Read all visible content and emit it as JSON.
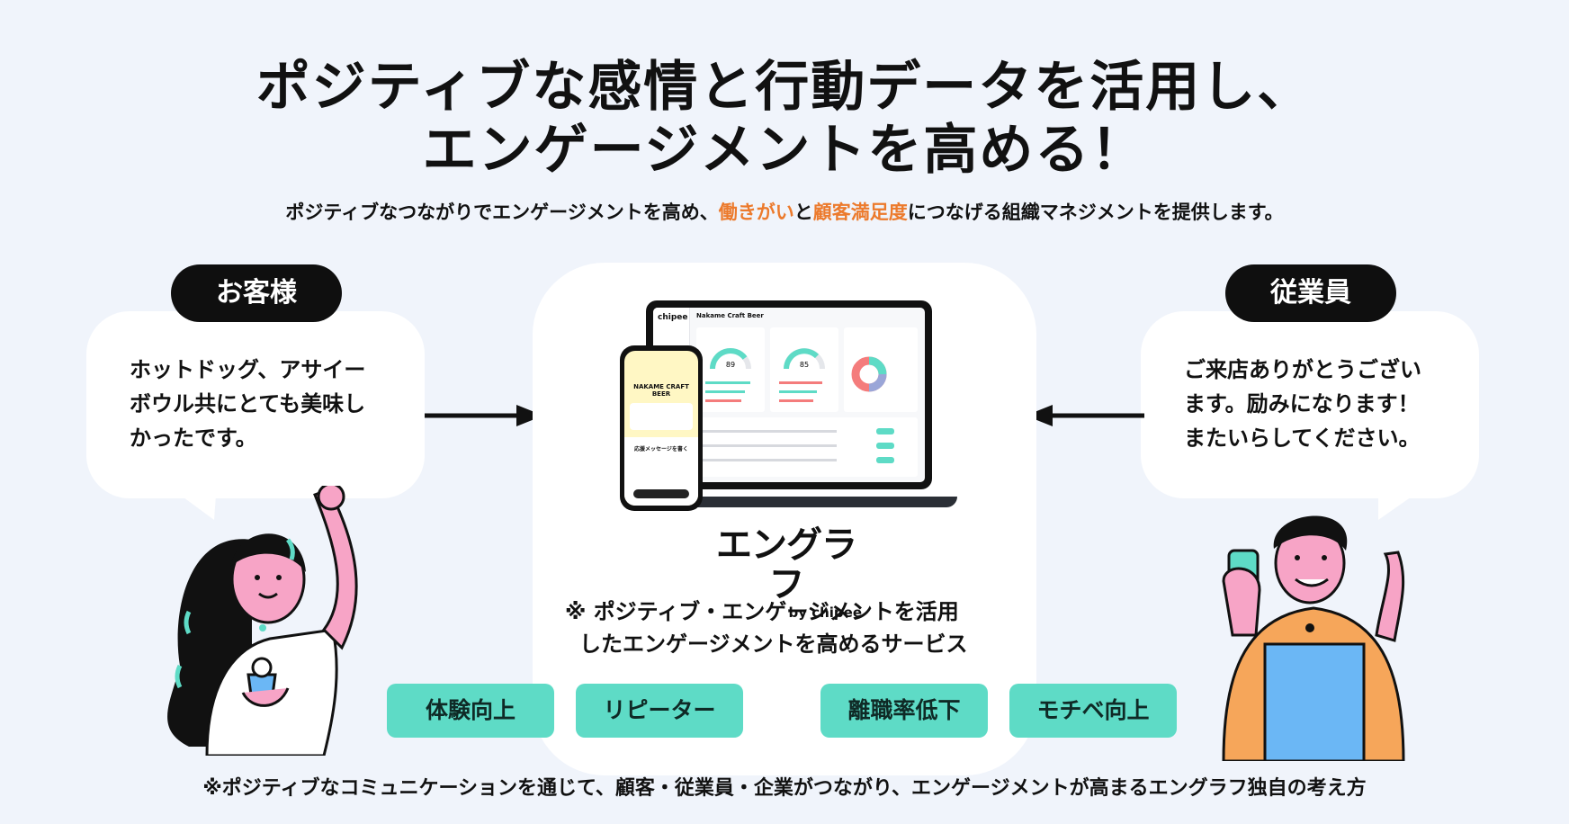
{
  "headline": {
    "line1": "ポジティブな感情と行動データを活用し、",
    "line2": "エンゲージメントを高める！"
  },
  "subtitle": {
    "part1": "ポジティブなつながりでエンゲージメントを高め、",
    "highlight1": "働きがい",
    "part2": "と",
    "highlight2": "顧客満足度",
    "part3": "につなげる組織マネジメントを提供します。"
  },
  "customer": {
    "label": "お客様",
    "lines": [
      "ホットドッグ、アサイー",
      "ボウル共にとても美味し",
      "かったです。"
    ]
  },
  "employee": {
    "label": "従業員",
    "lines": [
      "ご来店ありがとうござい",
      "ます。励みになります！",
      "またいらしてください。"
    ]
  },
  "product": {
    "logo": "エングラフ",
    "byline": "by chipee",
    "app_brand": "chipee",
    "app_title": "Nakame Craft Beer",
    "phone_title": "NAKAME CRAFT BEER",
    "phone_button": "応援メッセージを書く",
    "gauge1": "89",
    "gauge2": "85",
    "desc_line1": "※ ポジティブ・エンゲージメントを活用",
    "desc_line2": "したエンゲージメントを高めるサービス"
  },
  "tags": [
    "体験向上",
    "リピーター",
    "離職率低下",
    "モチベ向上"
  ],
  "footnote": "※ポジティブなコミュニケーションを通じて、顧客・従業員・企業がつながり、エンゲージメントが高まるエングラフ独自の考え方",
  "colors": {
    "background": "#f0f4fb",
    "accent_orange": "#ec7a2c",
    "tag_teal": "#5edbc6",
    "pill_black": "#0f0f0f"
  }
}
